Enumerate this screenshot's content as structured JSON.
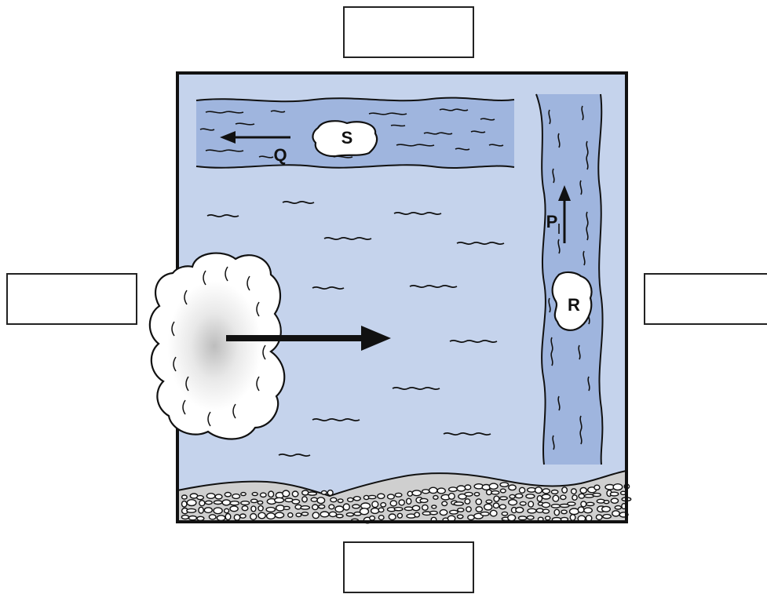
{
  "labels": {
    "S": "S",
    "Q": "Q",
    "P": "P",
    "R": "R"
  },
  "answer_boxes": {
    "top": "",
    "left": "",
    "right": "",
    "bottom": ""
  },
  "colors": {
    "sea": "#c5d3ec",
    "current": "#9fb5de",
    "ice": "#ffffff",
    "outline": "#111111",
    "pebbles": "#cfcfcf"
  }
}
